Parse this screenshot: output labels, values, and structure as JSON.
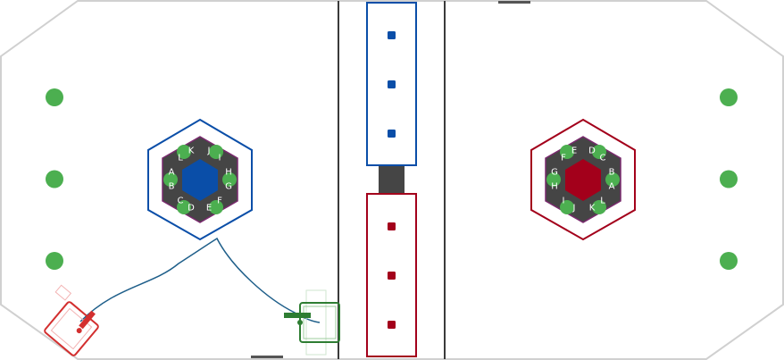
{
  "field": {
    "background": "#ffffff",
    "border_color": "#d0d0d0",
    "center_line_color": "#3a3a3a"
  },
  "colors": {
    "blue_alliance": "#0a4ea8",
    "red_alliance": "#a3001b",
    "green_marker": "#4caf50",
    "hub_dark": "#454545",
    "hub_trim": "#7a2a6e",
    "robot_green": "#2e7d32",
    "robot_red": "#d32f2f",
    "path_line": "#1f5f8a"
  },
  "blue_hub": {
    "letters": [
      "K",
      "J",
      "I",
      "H",
      "G",
      "F",
      "E",
      "D",
      "C",
      "B",
      "A",
      "L"
    ]
  },
  "red_hub": {
    "letters": [
      "E",
      "D",
      "C",
      "B",
      "A",
      "L",
      "K",
      "J",
      "I",
      "H",
      "G",
      "F"
    ]
  },
  "blue_station": {
    "game_pieces": 3
  },
  "red_station": {
    "game_pieces": 3
  },
  "left_markers": {
    "count": 3,
    "icon": "green-circle-icon"
  },
  "right_markers": {
    "count": 3,
    "icon": "green-circle-icon"
  },
  "robots": [
    {
      "name": "red-robot",
      "icon": "robot-outline-icon"
    },
    {
      "name": "green-robot",
      "icon": "robot-outline-icon"
    }
  ]
}
